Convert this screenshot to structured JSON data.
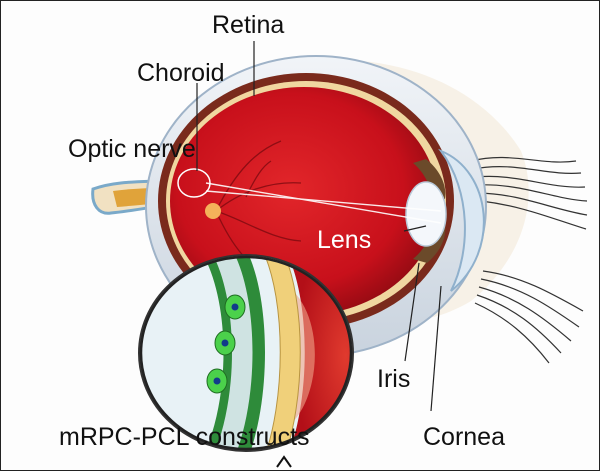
{
  "labels": {
    "retina": "Retina",
    "choroid": "Choroid",
    "optic_nerve": "Optic nerve",
    "lens": "Lens",
    "iris": "Iris",
    "cornea": "Cornea",
    "constructs": "mRPC-PCL constructs"
  },
  "colors": {
    "vitreous": "#c8101b",
    "sclera": "#e4eaf1",
    "choroid_band": "#7a2a1c",
    "optic_nerve": "#e0a33a",
    "construct_green": "#2e8b3a",
    "cell_green": "#4bd14b",
    "cell_nucleus": "#123c8a"
  }
}
